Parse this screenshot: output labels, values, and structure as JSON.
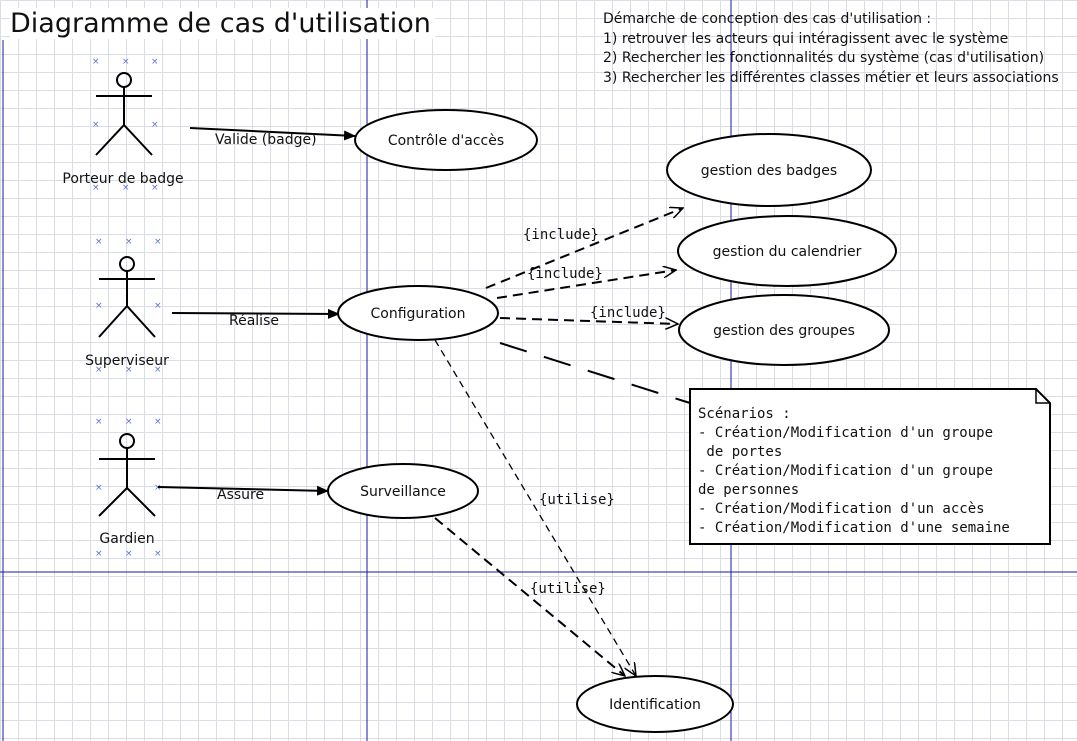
{
  "title": "Diagramme de cas d'utilisation",
  "steps": [
    "Démarche de conception des cas d'utilisation :",
    "1) retrouver les acteurs qui intéragissent avec le système",
    "2) Rechercher les fonctionnalités du système  (cas d'utilisation)",
    "3) Rechercher les différentes classes métier et leurs associations"
  ],
  "actors": {
    "porteur": "Porteur de badge",
    "superviseur": "Superviseur",
    "gardien": "Gardien"
  },
  "use_cases": {
    "controle": "Contrôle d'accès",
    "configuration": "Configuration",
    "surveillance": "Surveillance",
    "badges": "gestion des badges",
    "calendrier": "gestion du calendrier",
    "groupes": "gestion des groupes",
    "identification": "Identification"
  },
  "associations": {
    "valide": "Valide (badge)",
    "realise": "Réalise",
    "assure": "Assure"
  },
  "dependencies": {
    "include_badges": "{include}",
    "include_calendrier": "{include}",
    "include_groupes": "{include}",
    "utilise_configuration": "{utilise}",
    "utilise_surveillance": "{utilise}"
  },
  "note": {
    "lines": [
      "Scénarios :",
      "- Création/Modification d'un groupe",
      " de portes",
      "- Création/Modification d'un groupe",
      "de personnes",
      "- Création/Modification d'un accès",
      "- Création/Modification d'une semaine"
    ]
  },
  "colors": {
    "guide_line": "#1a1aa6",
    "grid": "#d8dde6",
    "handle": "#5a6fd6",
    "stroke": "#000000"
  }
}
